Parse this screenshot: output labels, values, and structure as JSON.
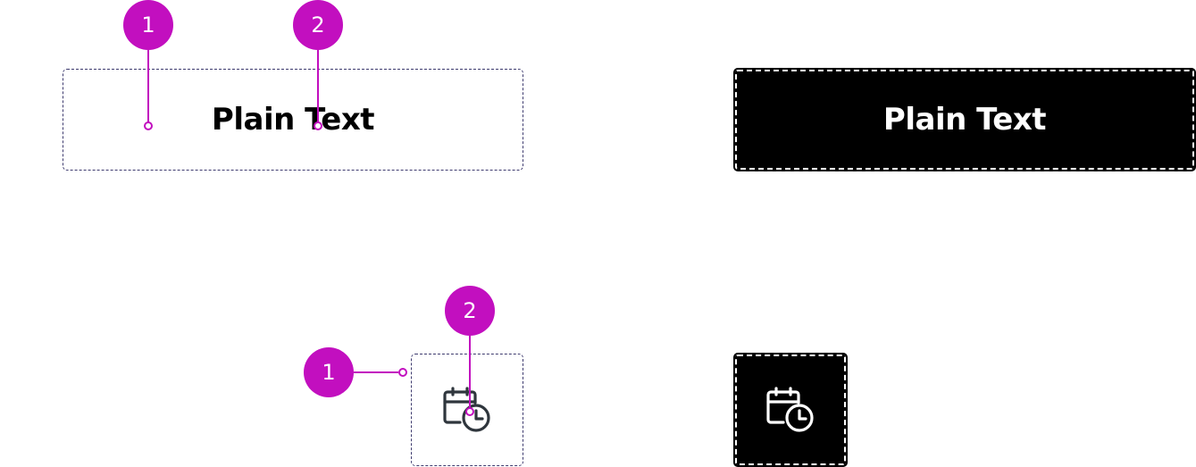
{
  "colors": {
    "annotation": "#c20fbf",
    "box_border": "#3d3a6e",
    "icon_dark": "#2f363d",
    "inverse_bg": "#000000",
    "inverse_fg": "#ffffff"
  },
  "text_example": {
    "label": "Plain Text",
    "inverse_label": "Plain Text",
    "markers": [
      "1",
      "2"
    ]
  },
  "icon_example": {
    "icon": "calendar-clock-icon",
    "markers": [
      "1",
      "2"
    ]
  }
}
